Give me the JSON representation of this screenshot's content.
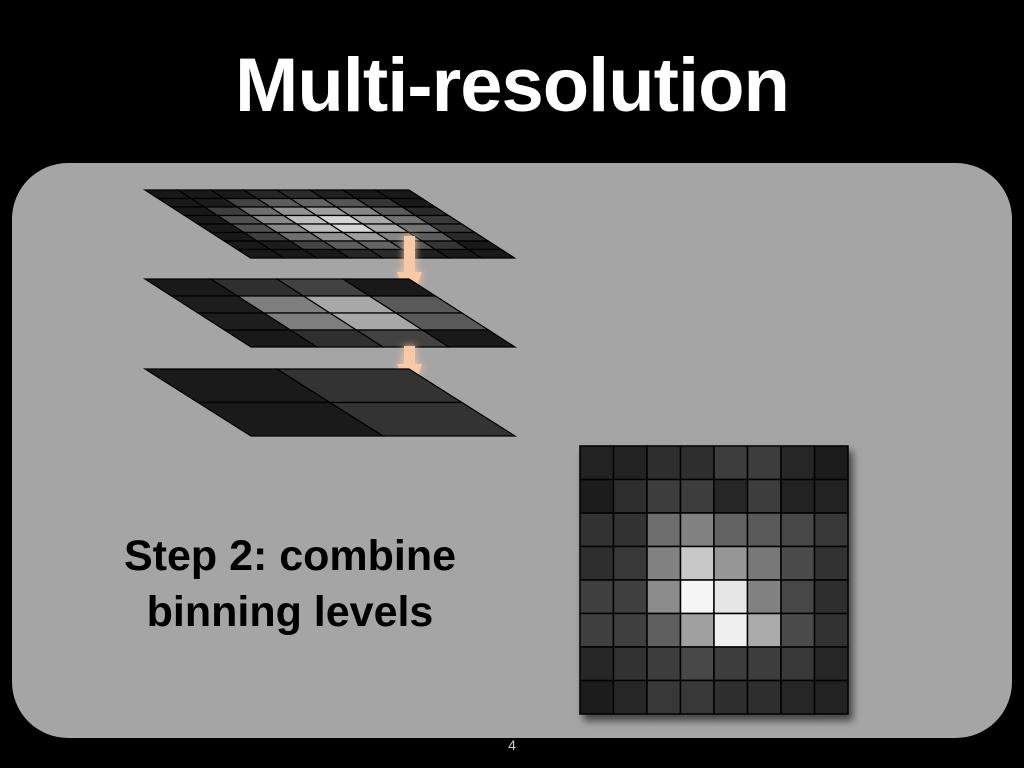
{
  "slide": {
    "title": "Multi-resolution",
    "caption_line1": "Step 2: combine",
    "caption_line2": "binning levels",
    "page_number": "4"
  },
  "colors": {
    "background": "#000000",
    "panel": "#a5a5a5",
    "arrow": "#f7c9a4",
    "title_text": "#ffffff"
  },
  "layers": [
    {
      "name": "fine-binning-layer",
      "rows": 8,
      "cols": 8
    },
    {
      "name": "medium-binning-layer",
      "rows": 4,
      "cols": 4
    },
    {
      "name": "coarse-binning-layer",
      "rows": 2,
      "cols": 2
    }
  ],
  "combined_grid": {
    "rows": 8,
    "cols": 8
  }
}
